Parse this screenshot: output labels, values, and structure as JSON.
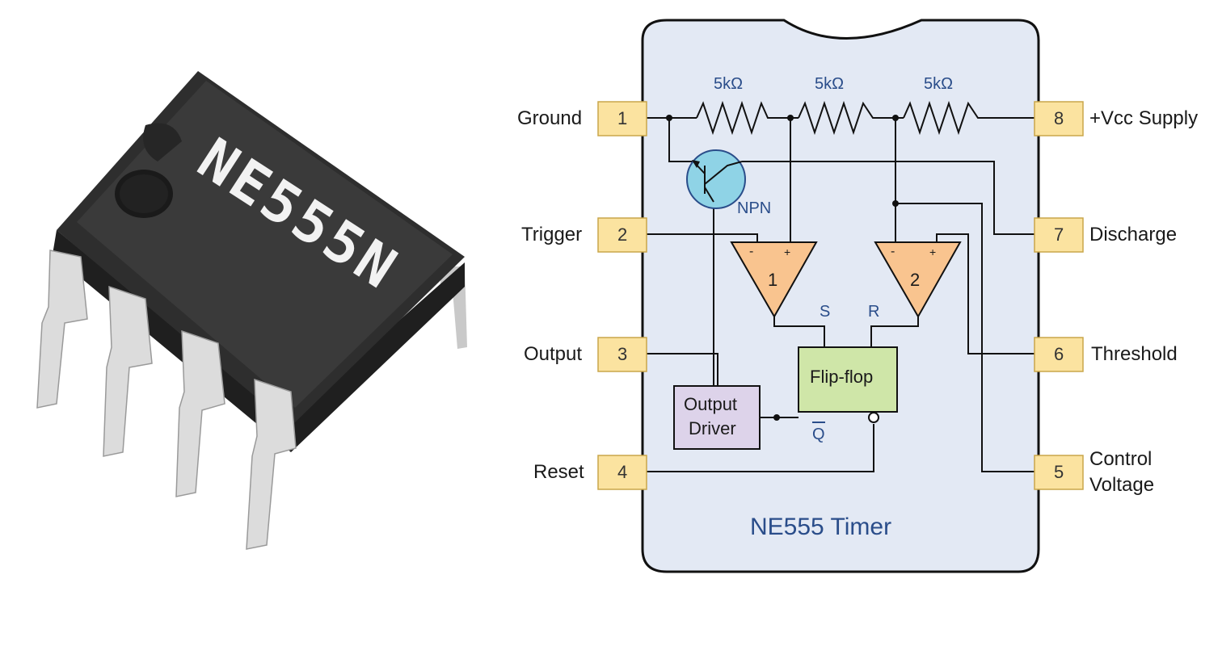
{
  "chip": {
    "marking": "NE555N",
    "colors": {
      "body": "#2b2b2b",
      "top": "#333333",
      "leads": "#d6d6d6",
      "marking": "#f2f2f2"
    }
  },
  "diagram": {
    "title": "NE555 Timer",
    "resistors": [
      "5kΩ",
      "5kΩ",
      "5kΩ"
    ],
    "transistor_label": "NPN",
    "comparators": [
      "1",
      "2"
    ],
    "flipflop": {
      "label": "Flip-flop",
      "s": "S",
      "r": "R",
      "qbar": "Q"
    },
    "output_driver": {
      "line1": "Output",
      "line2": "Driver"
    },
    "pins_left": [
      {
        "num": "1",
        "label": "Ground"
      },
      {
        "num": "2",
        "label": "Trigger"
      },
      {
        "num": "3",
        "label": "Output"
      },
      {
        "num": "4",
        "label": "Reset"
      }
    ],
    "pins_right": [
      {
        "num": "8",
        "label": "+Vcc Supply"
      },
      {
        "num": "7",
        "label": "Discharge"
      },
      {
        "num": "6",
        "label": "Threshold"
      },
      {
        "num": "5",
        "label_line1": "Control",
        "label_line2": "Voltage"
      }
    ],
    "colors": {
      "package_fill": "#e3e9f4",
      "pin_fill": "#fbe3a0",
      "comparator_fill": "#f9c48f",
      "flipflop_fill": "#cfe6a8",
      "driver_fill": "#ddd3ea",
      "transistor_fill": "#8fd3e6",
      "title_color": "#2a4d8a"
    }
  }
}
